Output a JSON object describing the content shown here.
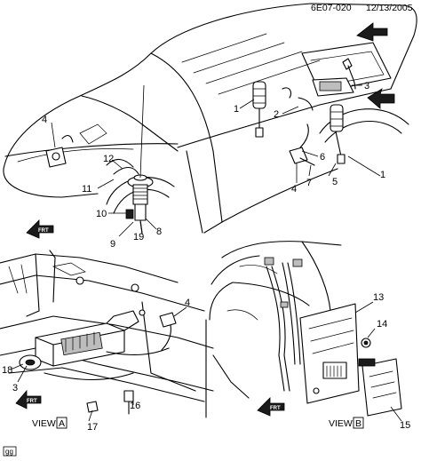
{
  "header": {
    "code": "6E07-020",
    "date": "12/13/2005"
  },
  "views": {
    "a": {
      "prefix": "VIEW",
      "letter": "A"
    },
    "b": {
      "prefix": "VIEW",
      "letter": "B"
    }
  },
  "corner_tag": "gg",
  "front_arrow_label": "FRT",
  "callouts": {
    "c1a": "1",
    "c1b": "1",
    "c2": "2",
    "c3a": "3",
    "c4a": "4",
    "c4b": "4",
    "c5": "5",
    "c6": "6",
    "c7": "7",
    "c8": "8",
    "c9": "9",
    "c10": "10",
    "c11": "11",
    "c12": "12",
    "c19": "19",
    "c4c": "4",
    "c3b": "3",
    "c16": "16",
    "c17": "17",
    "c18": "18",
    "c13": "13",
    "c14": "14",
    "c15": "15"
  }
}
